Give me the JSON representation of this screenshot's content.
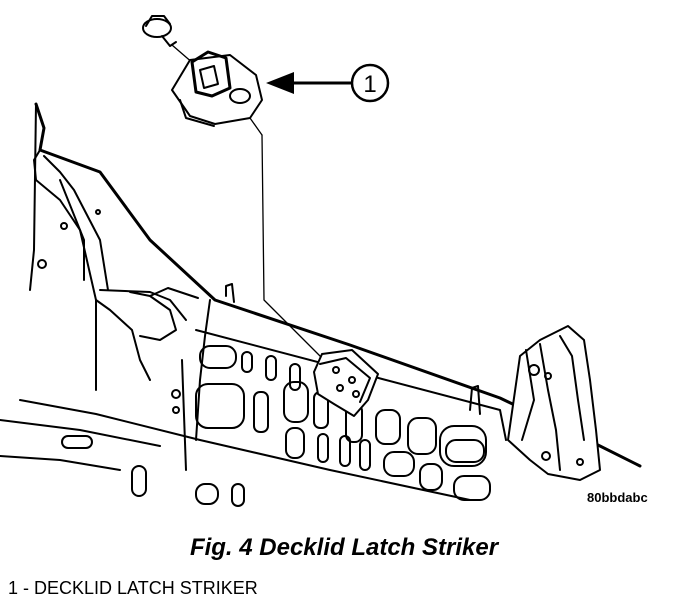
{
  "figure": {
    "callout_number": "1",
    "image_code": "80bbdabc"
  },
  "caption": "Fig. 4 Decklid Latch Striker",
  "legend": [
    {
      "text": "1 - DECKLID LATCH STRIKER"
    }
  ]
}
